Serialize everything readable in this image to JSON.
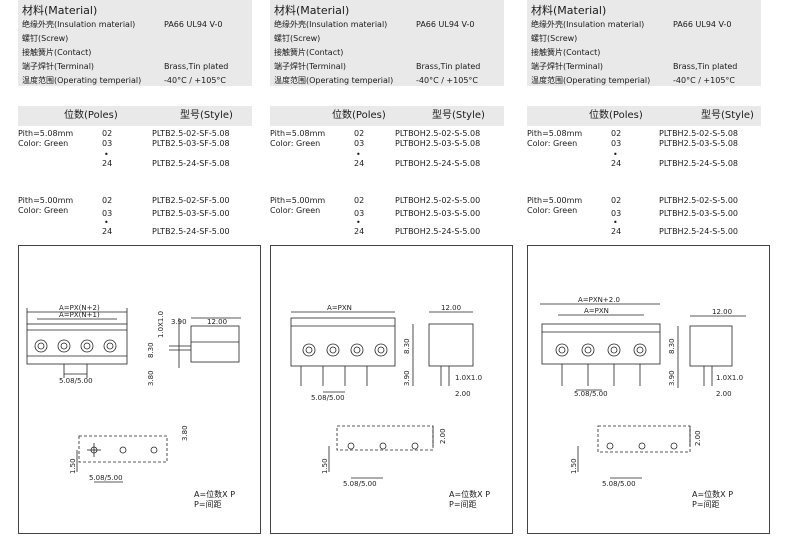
{
  "columns": [
    {
      "material_title": "材料(Material)",
      "materials": [
        {
          "k": "绝缘外壳(Insulation material)",
          "v": "PA66 UL94 V-0"
        },
        {
          "k": "螺钉(Screw)",
          "v": ""
        },
        {
          "k": "接触簧片(Contact)",
          "v": ""
        },
        {
          "k": "端子焊针(Terminal)",
          "v": "Brass,Tin plated"
        },
        {
          "k": "温度范围(Operating temperial)",
          "v": "-40°C / +105°C"
        }
      ],
      "poles_header": "位数(Poles)",
      "style_header": "型号(Style)",
      "groups": [
        {
          "label1": "Pith=5.08mm",
          "label2": "Color: Green",
          "poles": [
            "02",
            "03",
            "24"
          ],
          "models": [
            "PLTB2.5-02-SF-5.08",
            "PLTB2.5-03-SF-5.08",
            "PLTB2.5-24-SF-5.08"
          ]
        },
        {
          "label1": "Pith=5.00mm",
          "label2": "Color: Green",
          "poles": [
            "02",
            "03",
            "24"
          ],
          "models": [
            "PLTB2.5-02-SF-5.00",
            "PLTB2.5-03-SF-5.00",
            "PLTB2.5-24-SF-5.00"
          ]
        }
      ],
      "dims": {
        "a1": "A=PX(N+2)",
        "a2": "A=PX(N+1)",
        "pitch": "5.08/5.00",
        "d1": "1.0X1.0",
        "d2": "3.90",
        "d3": "12.00",
        "d4": "8.30",
        "d5": "3.80",
        "d6": "3.80",
        "d7": "1.50",
        "d8": "5.08/5.00"
      },
      "note1": "A=位数X P",
      "note2": "P=间距"
    },
    {
      "material_title": "材料(Material)",
      "materials": [
        {
          "k": "绝缘外壳(Insulation material)",
          "v": "PA66 UL94 V-0"
        },
        {
          "k": "螺钉(Screw)",
          "v": ""
        },
        {
          "k": "接触簧片(Contact)",
          "v": ""
        },
        {
          "k": "端子焊针(Terminal)",
          "v": "Brass,Tin plated"
        },
        {
          "k": "温度范围(Operating temperial)",
          "v": "-40°C / +105°C"
        }
      ],
      "poles_header": "位数(Poles)",
      "style_header": "型号(Style)",
      "groups": [
        {
          "label1": "Pith=5.08mm",
          "label2": "Color: Green",
          "poles": [
            "02",
            "03",
            "24"
          ],
          "models": [
            "PLTBOH2.5-02-S-5.08",
            "PLTBOH2.5-03-S-5.08",
            "PLTBOH2.5-24-S-5.08"
          ]
        },
        {
          "label1": "Pith=5.00mm",
          "label2": "Color: Green",
          "poles": [
            "02",
            "03",
            "24"
          ],
          "models": [
            "PLTBOH2.5-02-S-5.00",
            "PLTBOH2.5-03-S-5.00",
            "PLTBOH2.5-24-S-5.00"
          ]
        }
      ],
      "dims": {
        "a1": "A=PXN",
        "pitch": "5.08/5.00",
        "d1": "12.00",
        "d2": "8.30",
        "d3": "3.90",
        "d4": "1.0X1.0",
        "d5": "2.00",
        "d6": "2.00",
        "d7": "1.50",
        "d8": "5.08/5.00"
      },
      "note1": "A=位数X P",
      "note2": "P=间距"
    },
    {
      "material_title": "材料(Material)",
      "materials": [
        {
          "k": "绝缘外壳(Insulation material)",
          "v": "PA66 UL94 V-0"
        },
        {
          "k": "螺钉(Screw)",
          "v": ""
        },
        {
          "k": "接触簧片(Contact)",
          "v": ""
        },
        {
          "k": "端子焊针(Terminal)",
          "v": "Brass,Tin plated"
        },
        {
          "k": "温度范围(Operating temperial)",
          "v": "-40°C / +105°C"
        }
      ],
      "poles_header": "位数(Poles)",
      "style_header": "型号(Style)",
      "groups": [
        {
          "label1": "Pith=5.08mm",
          "label2": "Color: Green",
          "poles": [
            "02",
            "03",
            "24"
          ],
          "models": [
            "PLTBH2.5-02-S-5.08",
            "PLTBH2.5-03-S-5.08",
            "PLTBH2.5-24-S-5.08"
          ]
        },
        {
          "label1": "Pith=5.00mm",
          "label2": "Color: Green",
          "poles": [
            "02",
            "03",
            "24"
          ],
          "models": [
            "PLTBH2.5-02-S-5.00",
            "PLTBH2.5-03-S-5.00",
            "PLTBH2.5-24-S-5.00"
          ]
        }
      ],
      "dims": {
        "a1": "A=PXN+2.0",
        "a2": "A=PXN",
        "pitch": "5.08/5.00",
        "d1": "12.00",
        "d2": "8.30",
        "d3": "3.90",
        "d4": "1.0X1.0",
        "d5": "2.00",
        "d6": "2.00",
        "d7": "1.50",
        "d8": "5.08/5.00"
      },
      "note1": "A=位数X P",
      "note2": "P=间距"
    }
  ]
}
